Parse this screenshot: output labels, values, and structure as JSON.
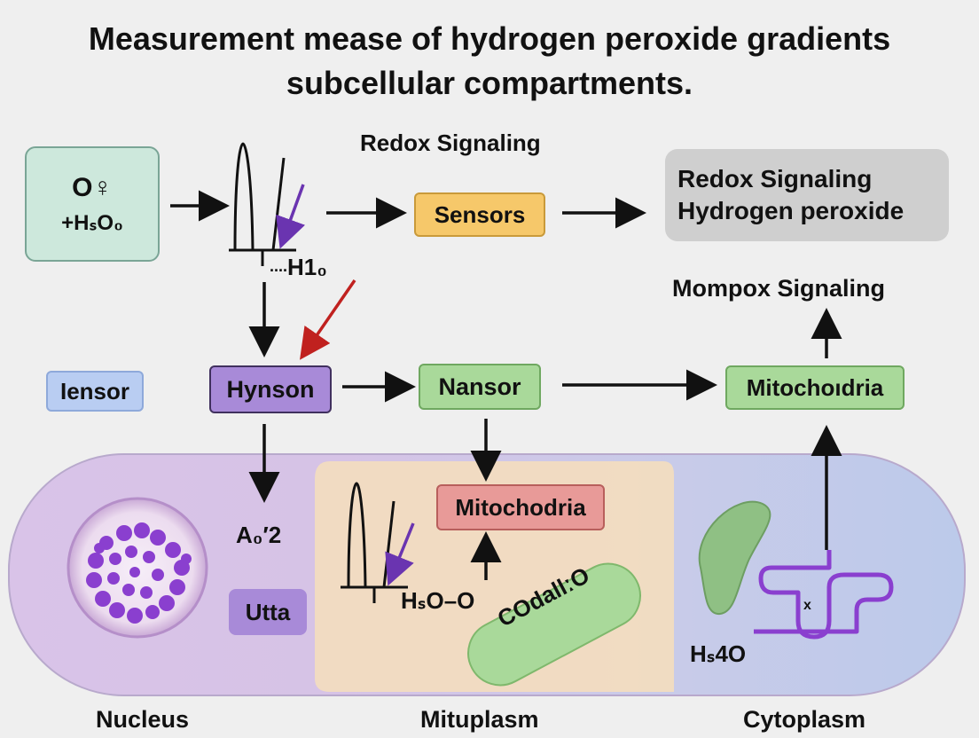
{
  "title": {
    "line1": "Measurement mease of hydrogen peroxide gradients",
    "line2": "subcellular compartments."
  },
  "top": {
    "heading": "Redox Signaling",
    "input_box": {
      "symbol": "O♀",
      "formula": "+HₛO₀"
    },
    "spectrum_label": "H1₀",
    "sensors": "Sensors",
    "output_box": {
      "line1": "Redox Signaling",
      "line2": "Hydrogen peroxide"
    }
  },
  "middle": {
    "tensor": "Ιensor",
    "hynson": "Hynson",
    "nansor": "Nansor",
    "mitochondria": "Mitochoıdria",
    "mompox_label": "Mompox Signaling"
  },
  "cell": {
    "ao2": "A₀′2",
    "utta": "Utta",
    "mitochodria": "Mitochodria",
    "h_formula": "HₛO–O",
    "organelle": "COdallːO",
    "h4o": "Hₛ4O",
    "x_mark": "x"
  },
  "compartments": {
    "nucleus": "Nucleus",
    "mituplasm": "Mituplasm",
    "cytoplasm": "Cytoplasm"
  },
  "colors": {
    "background": "#efefef",
    "input_box": "#cde8dc",
    "sensors": "#f6c86a",
    "output_box": "#cfcfcf",
    "tensor": "#b9cdf2",
    "hynson": "#a88ad8",
    "green_box": "#a9d99a",
    "mito_box": "#e89a98",
    "cell_left": "#d8c6e6",
    "cell_right": "#c4cde8",
    "cell_mid": "#f1dcc2",
    "nucleus_dots": "#8a3fcf",
    "red_arrow": "#c0211f",
    "purple_arrow": "#6a34b0"
  }
}
